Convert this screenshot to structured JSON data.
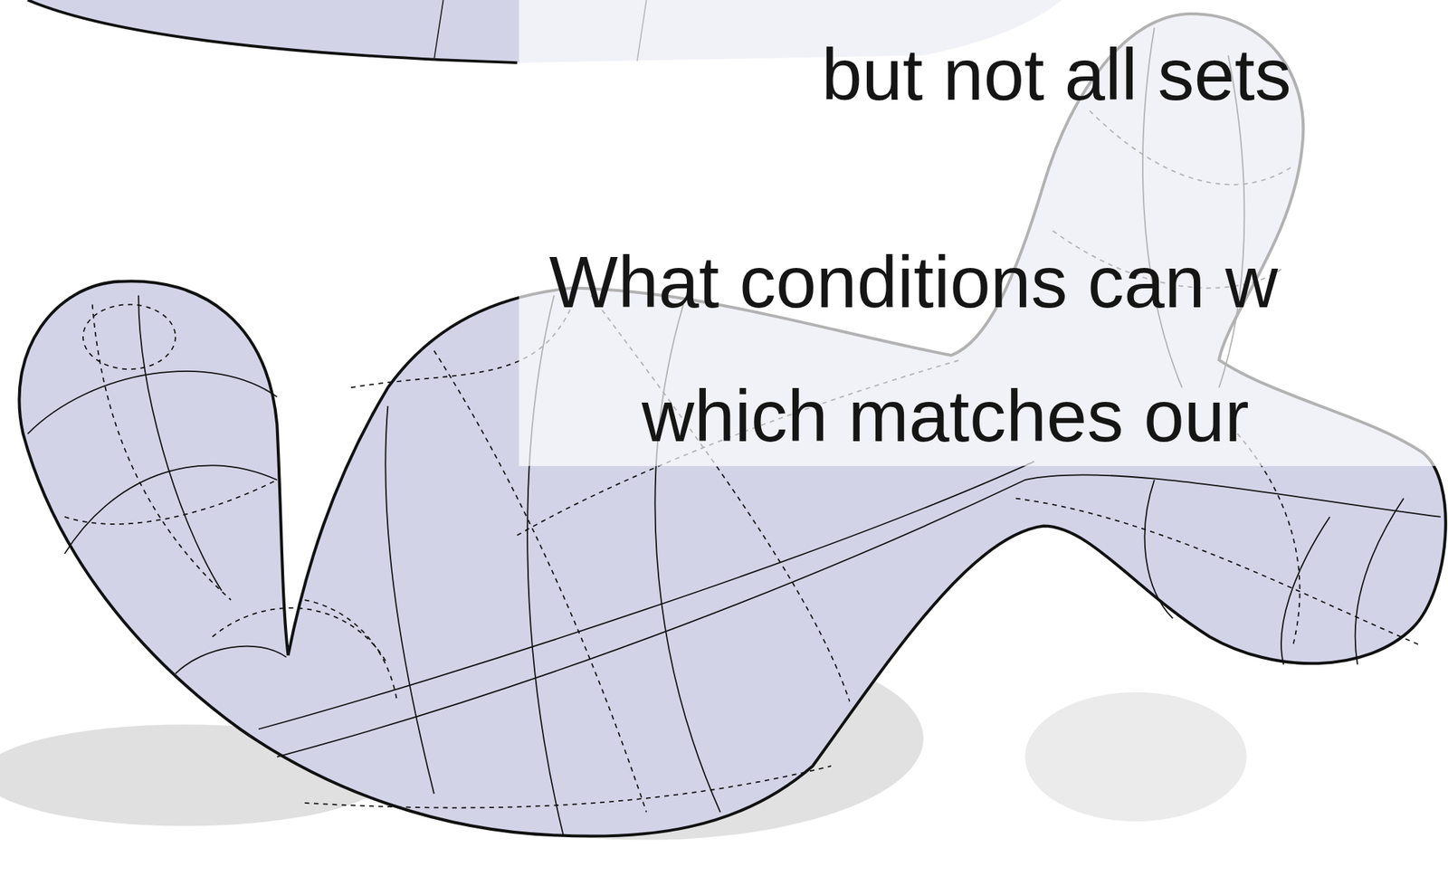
{
  "diagram": {
    "labels": [
      "but not all sets",
      "What conditions can w",
      "which matches our"
    ]
  }
}
